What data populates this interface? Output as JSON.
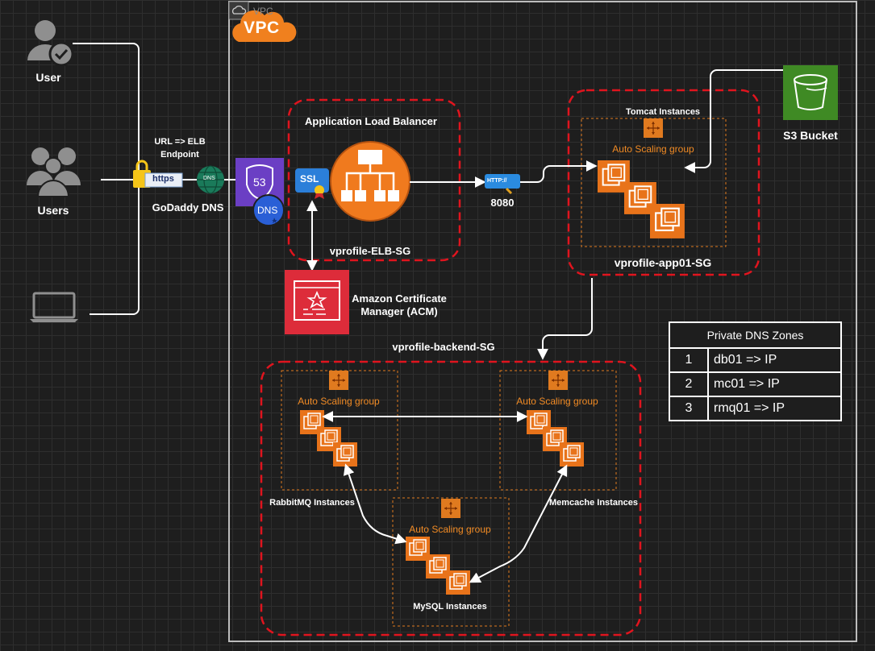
{
  "vpc": {
    "tag": "VPC",
    "badge": "VPC"
  },
  "users": {
    "user_label": "User",
    "users_label": "Users"
  },
  "dns_flow": {
    "url_label": "URL => ELB\nEndpoint",
    "https_text": "https",
    "dns_text": "DNS",
    "godaddy_label": "GoDaddy DNS",
    "route53_text": "53",
    "route53_dns_text": "DNS"
  },
  "elb": {
    "title": "Application Load Balancer",
    "sg": "vprofile-ELB-SG",
    "ssl_text": "SSL"
  },
  "acm": {
    "label": "Amazon Certificate\nManager (ACM)"
  },
  "http": {
    "badge": "HTTP://",
    "port": "8080"
  },
  "app": {
    "title": "Tomcat Instances",
    "asg": "Auto Scaling group",
    "sg": "vprofile-app01-SG"
  },
  "s3": {
    "label": "S3 Bucket"
  },
  "backend": {
    "sg": "vprofile-backend-SG",
    "rabbit_asg": "Auto Scaling group",
    "rabbit_label": "RabbitMQ Instances",
    "memcache_asg": "Auto Scaling group",
    "memcache_label": "Memcache Instances",
    "mysql_asg": "Auto Scaling group",
    "mysql_label": "MySQL Instances"
  },
  "dns_zones": {
    "title": "Private DNS Zones",
    "rows": [
      {
        "num": "1",
        "value": "db01 => IP"
      },
      {
        "num": "2",
        "value": "mc01 => IP"
      },
      {
        "num": "3",
        "value": "rmq01 => IP"
      }
    ]
  },
  "colors": {
    "sg_border": "#e0141e",
    "asg_border": "#e07a1f",
    "ec2_orange": "#e8731a",
    "route53_purple": "#6b3fc4",
    "acm_red": "#dd2c3a",
    "s3_green": "#3f8a24",
    "vpc_orange": "#f0801e"
  }
}
